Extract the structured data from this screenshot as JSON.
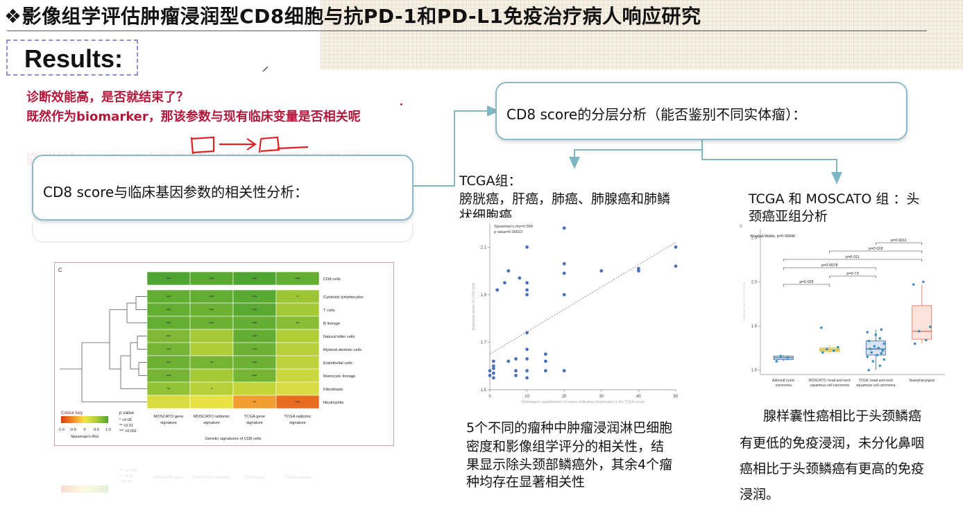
{
  "title": "❖影像组学评估肿瘤浸润型CD8细胞与抗PD-1和PD-L1免疫治疗病人响应研究",
  "results_label": "Results:",
  "questions": [
    "诊断效能高，是否就结束了？",
    "既然作为biomarker，那该参数与现有临床变量是否相关呢"
  ],
  "box_left_text": "CD8 score与临床基因参数的相关性分析：",
  "box_right_text": "CD8 score的分层分析（能否鉴别不同实体瘤）：",
  "tcga_group": {
    "line1": "TCGA组：",
    "line2": "膀胱癌，肝癌，肺癌、肺腺癌和肺鳞",
    "line3": "状细胞癌"
  },
  "tcga_moscato_group": {
    "line1": "TCGA 和 MOSCATO 组 ：头",
    "line2": "颈癌亚组分析"
  },
  "scatter_caption": [
    "5个不同的瘤种中肿瘤浸润淋巴细胞",
    "密度和影像组学评分的相关性，结",
    "果显示除头颈部鳞癌外，其余4个瘤",
    "种均存在显著相关性"
  ],
  "box_caption": [
    "腺样囊性癌相比于头颈鳞癌",
    "有更低的免疫浸润，未分化鼻咽",
    "癌相比于头颈鳞癌有更高的免疫",
    "浸润。"
  ],
  "colors": {
    "accent_red": "#b2183a",
    "box_border": "#8bb9c4",
    "arrow": "#7fb6c3"
  },
  "heatmap": {
    "panel_label": "C",
    "rows": [
      "CD8 cells",
      "Cytotoxic lymphocytes",
      "T cells",
      "B lineage",
      "Natural killer cells",
      "Myeloid dentritic cells",
      "Endothelial cells",
      "Monocytic lineage",
      "Fibroblasts",
      "Neutrophils"
    ],
    "columns": [
      "MOSCATO gene signature",
      "MOSCATO radiomic signature",
      "TCGA gene signature",
      "TCGA radiomic signature"
    ],
    "col_lines": [
      [
        "MOSCATO gene",
        "signature"
      ],
      [
        "MOSCATO radiomic",
        "signature"
      ],
      [
        "TCGA gene",
        "signature"
      ],
      [
        "TCGA radiomic",
        "signature"
      ]
    ],
    "xlabel": "Genetic signatures of CD8 cells",
    "rho": [
      [
        1.0,
        0.95,
        1.0,
        0.9
      ],
      [
        0.9,
        0.9,
        0.95,
        0.6
      ],
      [
        0.9,
        0.85,
        0.95,
        0.55
      ],
      [
        0.9,
        0.85,
        0.9,
        0.7
      ],
      [
        0.75,
        0.55,
        0.9,
        0.5
      ],
      [
        0.8,
        0.5,
        0.85,
        0.45
      ],
      [
        0.85,
        0.8,
        0.85,
        0.4
      ],
      [
        0.8,
        0.55,
        0.8,
        0.3
      ],
      [
        0.65,
        0.45,
        0.35,
        0.2
      ],
      [
        0.2,
        0.1,
        -0.4,
        -0.7
      ]
    ],
    "stars": [
      [
        "***",
        "***",
        "***",
        "***"
      ],
      [
        "***",
        "***",
        "***",
        "*"
      ],
      [
        "***",
        "***",
        "***",
        ""
      ],
      [
        "***",
        "***",
        "***",
        "**"
      ],
      [
        "***",
        "",
        "***",
        ""
      ],
      [
        "***",
        "",
        "***",
        ""
      ],
      [
        "***",
        "**",
        "***",
        ""
      ],
      [
        "***",
        "",
        "***",
        ""
      ],
      [
        "**",
        "*",
        "",
        ""
      ],
      [
        "",
        "",
        "**",
        "***"
      ]
    ],
    "colour_key_title": "Colour key",
    "colour_key_ticks": [
      "-1·0",
      "-0·5",
      "0",
      "0·5",
      "1·0"
    ],
    "colour_key_label": "Spearman's Rho",
    "pvalue_title": "p value",
    "pvalue_legend": [
      "*     <0·05",
      "**    <0·01",
      "***  <0·001"
    ]
  },
  "chart_data": [
    {
      "type": "scatter",
      "title": "",
      "annotation": [
        "Spearman's rho=0·559",
        "p value=0·00022"
      ],
      "xlabel": "Pathologist's quantification of tumour-infiltrating lymphocytes in the TCGA cohort",
      "ylabel": "Radiomic score of CD8 cells",
      "xlim": [
        0,
        50
      ],
      "ylim": [
        1.5,
        2.2
      ],
      "xticks": [
        0,
        10,
        20,
        30,
        40,
        50
      ],
      "yticks": [
        1.5,
        1.7,
        1.9,
        2.1
      ],
      "points": [
        [
          0,
          1.56
        ],
        [
          0,
          1.58
        ],
        [
          1,
          1.55
        ],
        [
          1,
          1.57
        ],
        [
          1,
          1.59
        ],
        [
          1,
          1.6
        ],
        [
          1,
          1.62
        ],
        [
          2,
          1.92
        ],
        [
          4,
          1.95
        ],
        [
          5,
          1.62
        ],
        [
          5,
          2.0
        ],
        [
          7,
          1.56
        ],
        [
          7,
          1.58
        ],
        [
          7,
          1.63
        ],
        [
          8,
          1.97
        ],
        [
          10,
          1.55
        ],
        [
          10,
          1.58
        ],
        [
          10,
          1.63
        ],
        [
          10,
          1.67
        ],
        [
          10,
          1.74
        ],
        [
          10,
          1.9
        ],
        [
          10,
          1.92
        ],
        [
          10,
          1.95
        ],
        [
          10,
          2.1
        ],
        [
          15,
          1.58
        ],
        [
          15,
          1.62
        ],
        [
          15,
          1.65
        ],
        [
          20,
          1.58
        ],
        [
          20,
          1.9
        ],
        [
          20,
          1.99
        ],
        [
          20,
          2.03
        ],
        [
          20,
          2.18
        ],
        [
          30,
          2.0
        ],
        [
          40,
          2.0
        ],
        [
          40,
          2.01
        ],
        [
          50,
          2.02
        ],
        [
          50,
          2.1
        ]
      ],
      "trendline": [
        [
          0,
          1.65
        ],
        [
          50,
          2.12
        ]
      ]
    },
    {
      "type": "box",
      "panel_label": "B",
      "annotation": "Kruskal-Wallis, p=0·00046",
      "ylim": [
        0.95,
        2.6
      ],
      "yticks": [
        1.0,
        1.5,
        2.0,
        2.5
      ],
      "ylabel": "Radiomic score of CD8 cells",
      "categories": [
        [
          "Adenoid cystic",
          "carcinoma"
        ],
        [
          "MOSCATO: head and neck",
          "squamous cell carcinoma"
        ],
        [
          "TCGA: head and neck",
          "squamous cell carcinoma"
        ],
        [
          "Nasopharyngeal"
        ]
      ],
      "boxes": [
        {
          "q1": 1.12,
          "median": 1.14,
          "q3": 1.16,
          "whisker_low": 1.1,
          "whisker_high": 1.17,
          "points": [
            1.1,
            1.14,
            1.16
          ]
        },
        {
          "q1": 1.21,
          "median": 1.23,
          "q3": 1.25,
          "whisker_low": 1.19,
          "whisker_high": 1.28,
          "points": [
            1.2,
            1.22,
            1.24,
            1.26,
            1.48
          ]
        },
        {
          "q1": 1.17,
          "median": 1.24,
          "q3": 1.33,
          "whisker_low": 1.0,
          "whisker_high": 1.46,
          "points": [
            1.0,
            1.05,
            1.1,
            1.12,
            1.15,
            1.17,
            1.19,
            1.2,
            1.22,
            1.24,
            1.25,
            1.27,
            1.3,
            1.33,
            1.36,
            1.4,
            1.43,
            1.46
          ]
        },
        {
          "q1": 1.35,
          "median": 1.44,
          "q3": 1.73,
          "whisker_low": 1.3,
          "whisker_high": 1.97,
          "points": [
            1.3,
            1.34,
            1.44,
            1.49,
            1.97,
            2.0
          ]
        }
      ],
      "comparisons": [
        {
          "from": 0,
          "to": 1,
          "label": "p=0·025"
        },
        {
          "from": 0,
          "to": 2,
          "label": "p=0·0078"
        },
        {
          "from": 0,
          "to": 3,
          "label": "p=0·011"
        },
        {
          "from": 1,
          "to": 2,
          "label": "p=0·73"
        },
        {
          "from": 1,
          "to": 3,
          "label": "p=0·018"
        },
        {
          "from": 2,
          "to": 3,
          "label": "p=0·0011"
        }
      ]
    }
  ]
}
